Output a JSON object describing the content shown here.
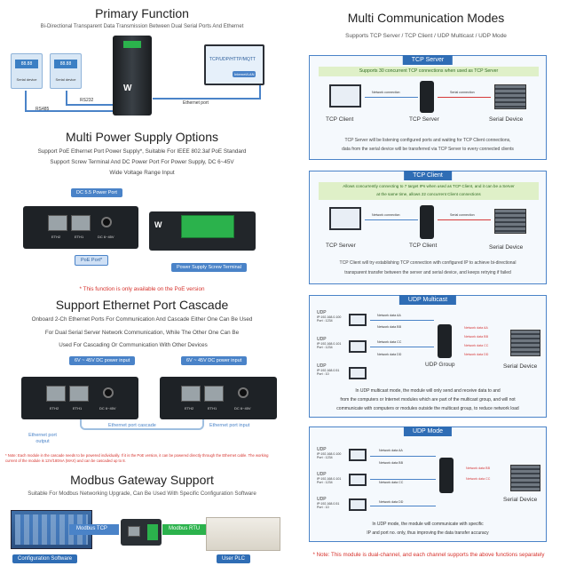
{
  "left": {
    "primary": {
      "title": "Primary Function",
      "subtitle": "Bi-Directional Transparent Data Transmission Between Dual Serial Ports And Ethernet",
      "serial_device_1": "Serial device",
      "serial_device_2": "Serial device",
      "rs232": "RS232",
      "rs485": "RS485",
      "ethernet_port": "Ethernet port",
      "protocols": "TCP/UDP/HTTP/MQTT",
      "internet": "Internet/LAN",
      "screen_value": "88.88"
    },
    "power": {
      "title": "Multi Power Supply Options",
      "desc_1": "Support PoE Ethernet Port Power Supply*, Suitable For IEEE 802.3af PoE Standard",
      "desc_2": "Support Screw Terminal And DC Power Port For Power Supply, DC 6~45V",
      "desc_3": "Wide Voltage Range Input",
      "dc_port_tag": "DC 5.5 Power Port",
      "poe_tag": "PoE Port*",
      "screw_tag": "Power Supply Screw Terminal",
      "note": "* This function is only available on the PoE version",
      "eth2": "ETH2",
      "eth1": "ETH1",
      "dc_label": "DC 6~45V"
    },
    "cascade": {
      "title": "Support Ethernet Port Cascade",
      "desc_1": "Onboard 2-Ch Ethernet Ports For Communication And Cascade Either One Can Be Used",
      "desc_2": "For Dual Serial Server Network Communication, While The Other One Can Be",
      "desc_3": "Used For Cascading Or Communication With Other Devices",
      "input_tag_1": "6V ~ 45V DC power input",
      "input_tag_2": "6V ~ 45V DC power input",
      "cascade_label": "Ethernet port cascade",
      "port_input": "Ethernet port input",
      "port_output": "Ethernet port output",
      "note": "* Note: Each module in the cascade needs to be powered individually. If it is the PoE version, it can be powered directly through the Ethernet cable. The working current of the module is 12V/180mA (MAX) and can be cascaded up to 8.",
      "eth2": "ETH2",
      "eth1": "ETH1",
      "dc_label": "DC 6~45V"
    },
    "modbus": {
      "title": "Modbus Gateway Support",
      "subtitle": "Suitable For Modbus Networking Upgrade, Can Be Used With Specific Configuration Software",
      "modbus_tcp": "Modbus TCP",
      "modbus_rtu": "Modbus RTU",
      "config_software": "Configuration Software",
      "user_plc": "User PLC"
    }
  },
  "right": {
    "title": "Multi Communication Modes",
    "subtitle": "Supports TCP Server / TCP Client / UDP Multicast / UDP Mode",
    "tcp_server": {
      "header": "TCP Server",
      "banner": "Supports 30 concurrent TCP connections when used as TCP Server",
      "network_connection": "Network connection",
      "serial_connection": "Serial connection",
      "client_label": "TCP Client",
      "server_label": "TCP Server",
      "serial_label": "Serial Device",
      "desc_1": "TCP Server will be listening configured ports and waiting for TCP Client connections,",
      "desc_2": "data from the serial device will be transferred via TCP Server to every connected clients"
    },
    "tcp_client": {
      "header": "TCP Client",
      "banner_1": "Allows concurrently connecting to 7 target IPs when used as TCP Client, and it can be a Server",
      "banner_2": "at the same time, allows 22 concurrent Client connections",
      "network_connection": "Network connection",
      "serial_connection": "Serial connection",
      "server_label": "TCP Server",
      "client_label": "TCP Client",
      "serial_label": "Serial Device",
      "desc_1": "TCP Client will try establishing TCP connection with configured IP to achieve bi-directional",
      "desc_2": "transparent transfer between the server and serial device, and keeps retrying if failed"
    },
    "udp_multicast": {
      "header": "UDP Multicast",
      "udp_entries": [
        {
          "title": "UDP",
          "ip": "IP:192.168.0.100",
          "port": "Port : 1234"
        },
        {
          "title": "UDP",
          "ip": "IP:192.168.0.101",
          "port": "Port : 1234"
        },
        {
          "title": "UDP",
          "ip": "IP:192.168.0.51",
          "port": "Port : 10"
        }
      ],
      "net_left": [
        "Network data AA",
        "Network data BB",
        "Network data CC",
        "Network data DD"
      ],
      "net_right": [
        "Network data AA",
        "Network data BB",
        "Network data CC",
        "Network data DD"
      ],
      "group_label": "UDP Group",
      "serial_label": "Serial Device",
      "desc_1": "In UDP multicast mode, the module will only send and receive data to and",
      "desc_2": "from the computers or Internet modules which are part of the multicast group, and will not",
      "desc_3": "communicate with computers or modules outside the multicast group, to reduce network load"
    },
    "udp_mode": {
      "header": "UDP Mode",
      "udp_entries": [
        {
          "title": "UDP",
          "ip": "IP:192.168.0.100",
          "port": "Port : 1234"
        },
        {
          "title": "UDP",
          "ip": "IP:192.168.0.101",
          "port": "Port : 1234"
        },
        {
          "title": "UDP",
          "ip": "IP:192.168.0.51",
          "port": "Port : 10"
        }
      ],
      "net_left": [
        "Network data AA",
        "Network data BB",
        "Network data CC",
        "Network data DD"
      ],
      "net_right": [
        "Network data BB",
        "Network data CC"
      ],
      "serial_label": "Serial Device",
      "desc_1": "In UDP mode, the module will communicate with specific",
      "desc_2": "IP and port no. only, thus improving the data transfer accuracy"
    },
    "note": "* Note: This module is dual-channel, and each channel supports the above functions separately"
  },
  "colors": {
    "accent": "#4a83c8",
    "header": "#2f6db5",
    "note_red": "#d6322c",
    "terminal_green": "#2bb24c"
  }
}
